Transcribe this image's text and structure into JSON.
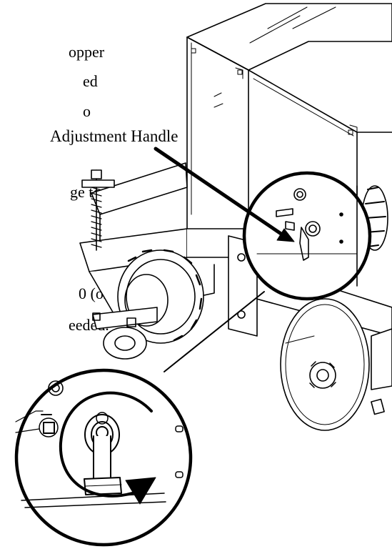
{
  "text_fragments": [
    "opper",
    "ed",
    "o",
    "ge to",
    "0 (on",
    "eeded."
  ],
  "callout_label": "Adjustment Handle",
  "icons": [
    "adjustment-handle-icon",
    "rotation-arrow-icon",
    "detail-magnifier-icon"
  ]
}
